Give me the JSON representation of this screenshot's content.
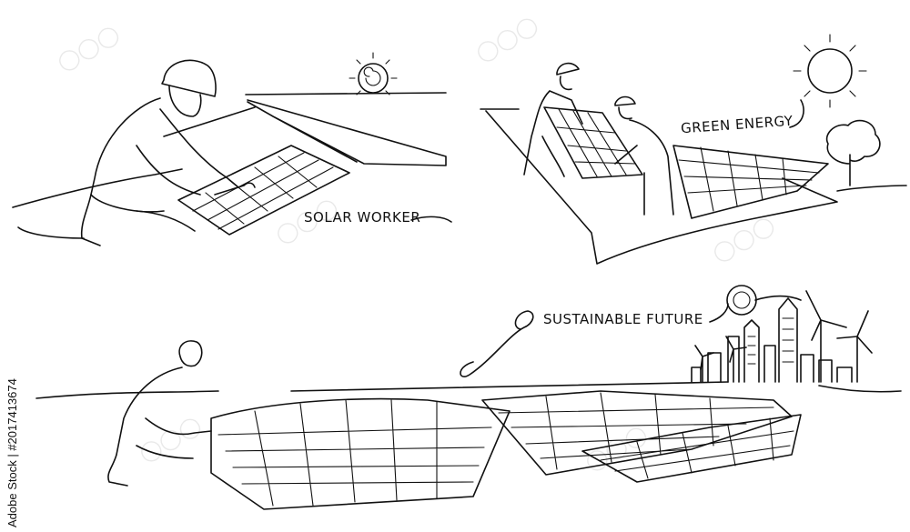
{
  "captions": {
    "solar_worker": "SOLAR WORKER",
    "green_energy": "GREEN ENERGY",
    "sustainable_future": "SUSTAINABLE FUTURE"
  },
  "stock_id": "Adobe Stock | #2017413674",
  "colors": {
    "ink": "#111111",
    "background": "#ffffff",
    "watermark": "#e9e9e9"
  }
}
